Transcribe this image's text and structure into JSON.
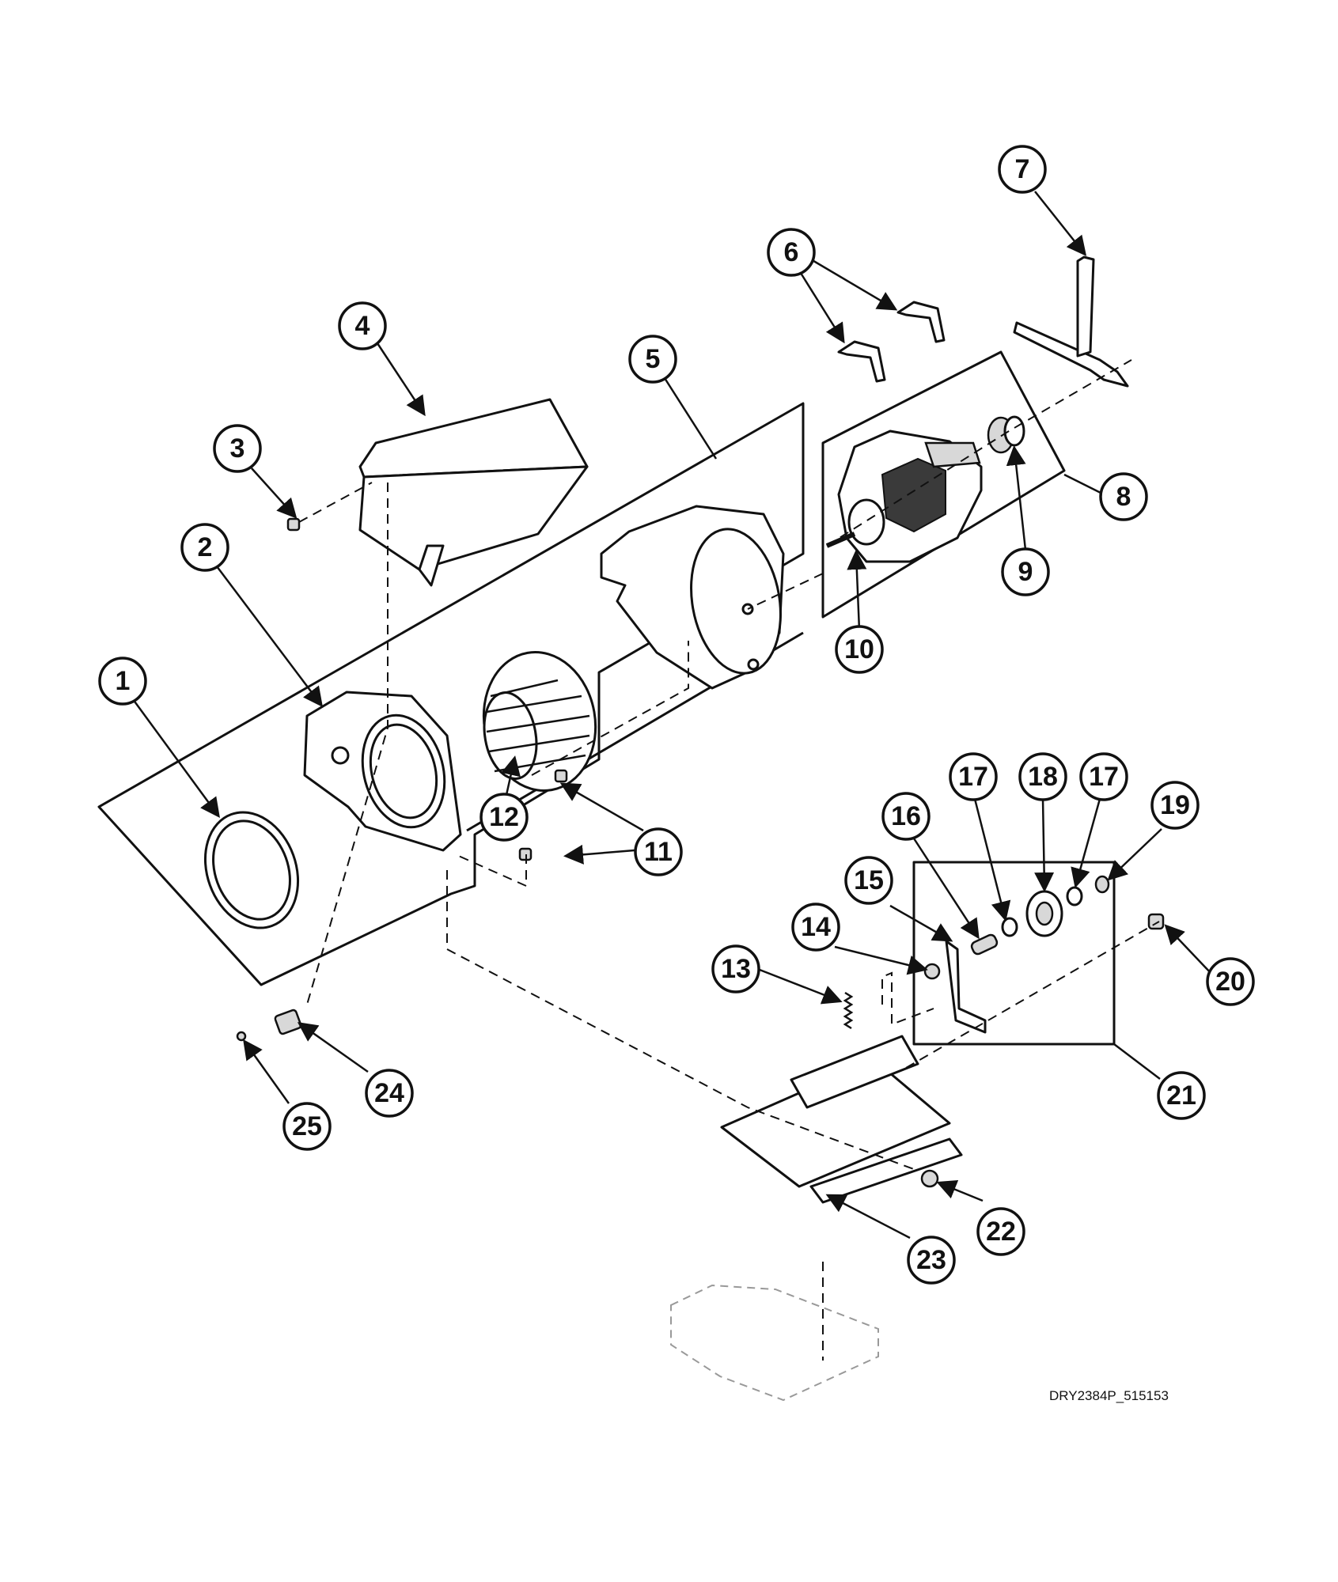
{
  "callouts": [
    "1",
    "2",
    "3",
    "4",
    "5",
    "6",
    "7",
    "8",
    "9",
    "10",
    "11",
    "11",
    "12",
    "13",
    "14",
    "15",
    "16",
    "17",
    "17",
    "18",
    "19",
    "20",
    "21",
    "22",
    "23",
    "24",
    "25"
  ],
  "drawing_id": "DRY2384P_515153"
}
